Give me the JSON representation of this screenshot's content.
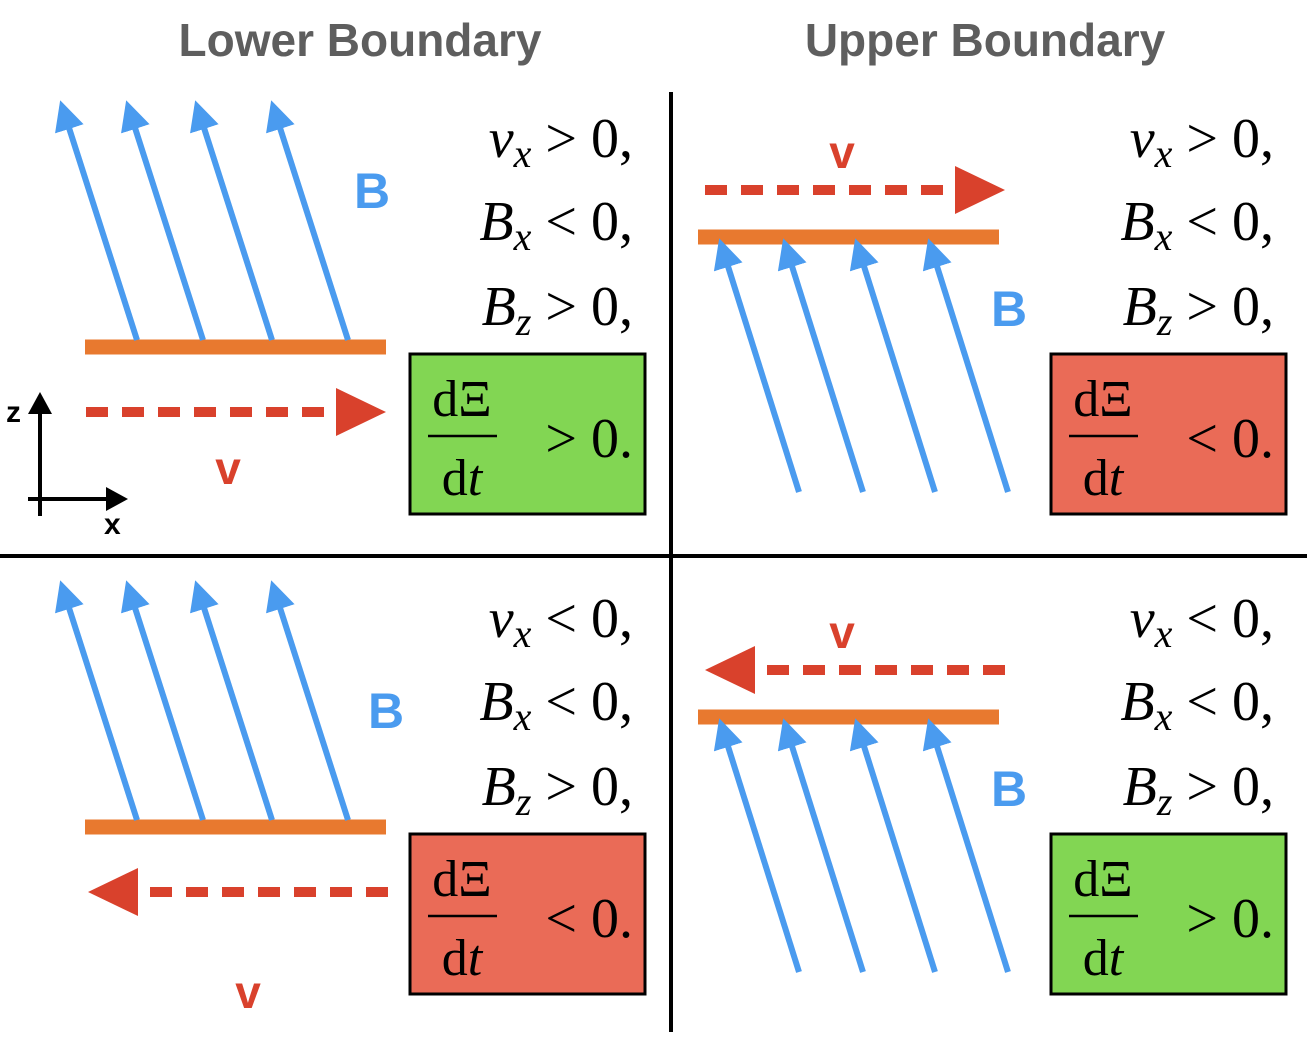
{
  "headers": {
    "lower": "Lower Boundary",
    "upper": "Upper Boundary"
  },
  "colors": {
    "field": "#4a9bef",
    "velocity": "#d9412c",
    "boundary": "#e8792f",
    "positive_box": "#82d653",
    "negative_box": "#ea6b57"
  },
  "labels": {
    "field": "B",
    "velocity": "v",
    "axis_z": "z",
    "axis_x": "x"
  },
  "frac": {
    "num": "dΞ",
    "den": "dt"
  },
  "panels": [
    {
      "boundary": "lower",
      "velocity_direction": "right",
      "cond1": {
        "sym": "v",
        "sub": "x",
        "rel": "> 0,"
      },
      "cond2": {
        "sym": "B",
        "sub": "x",
        "rel": "< 0,"
      },
      "cond3": {
        "sym": "B",
        "sub": "z",
        "rel": "> 0,"
      },
      "result": {
        "rel": "> 0.",
        "sign": "positive"
      }
    },
    {
      "boundary": "upper",
      "velocity_direction": "right",
      "cond1": {
        "sym": "v",
        "sub": "x",
        "rel": "> 0,"
      },
      "cond2": {
        "sym": "B",
        "sub": "x",
        "rel": "< 0,"
      },
      "cond3": {
        "sym": "B",
        "sub": "z",
        "rel": "> 0,"
      },
      "result": {
        "rel": "< 0.",
        "sign": "negative"
      }
    },
    {
      "boundary": "lower",
      "velocity_direction": "left",
      "cond1": {
        "sym": "v",
        "sub": "x",
        "rel": "< 0,"
      },
      "cond2": {
        "sym": "B",
        "sub": "x",
        "rel": "< 0,"
      },
      "cond3": {
        "sym": "B",
        "sub": "z",
        "rel": "> 0,"
      },
      "result": {
        "rel": "< 0.",
        "sign": "negative"
      }
    },
    {
      "boundary": "upper",
      "velocity_direction": "left",
      "cond1": {
        "sym": "v",
        "sub": "x",
        "rel": "< 0,"
      },
      "cond2": {
        "sym": "B",
        "sub": "x",
        "rel": "< 0,"
      },
      "cond3": {
        "sym": "B",
        "sub": "z",
        "rel": "> 0,"
      },
      "result": {
        "rel": "> 0.",
        "sign": "positive"
      }
    }
  ]
}
